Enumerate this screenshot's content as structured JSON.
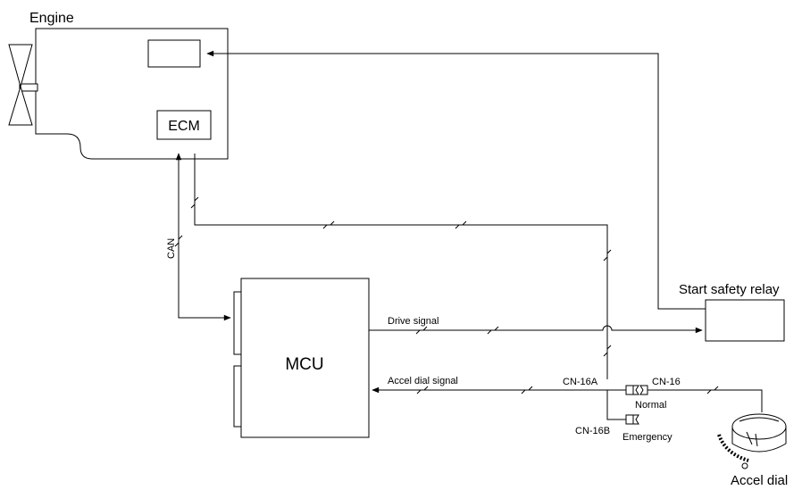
{
  "labels": {
    "engine": "Engine",
    "ecm": "ECM",
    "can": "CAN",
    "mcu": "MCU",
    "start_safety_relay": "Start safety relay",
    "drive_signal": "Drive signal",
    "accel_dial_signal": "Accel dial signal",
    "cn16a": "CN-16A",
    "cn16": "CN-16",
    "normal": "Normal",
    "cn16b": "CN-16B",
    "emergency": "Emergency",
    "accel_dial": "Accel dial"
  },
  "colors": {
    "line": "#000000",
    "background": "#ffffff"
  }
}
